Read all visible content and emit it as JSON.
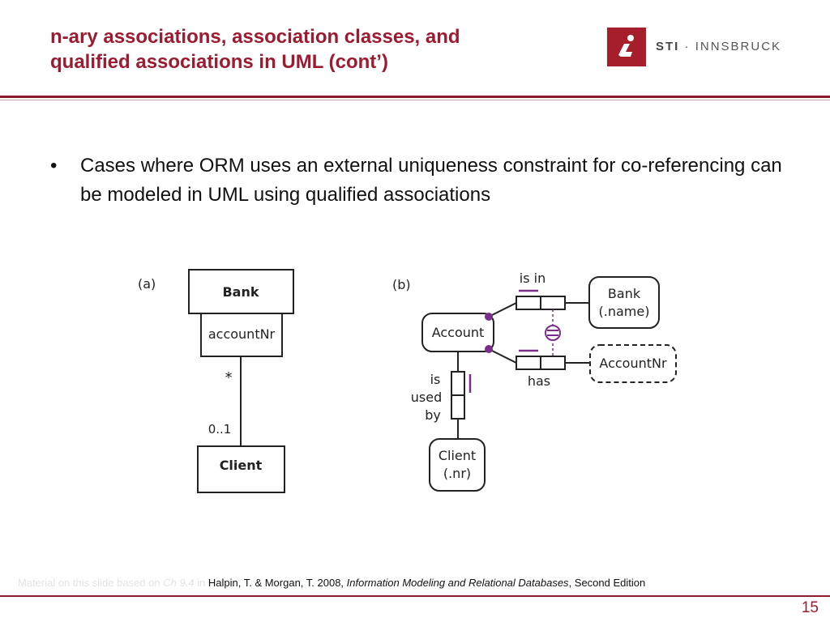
{
  "header": {
    "title_line1": "n-ary associations, association classes, and",
    "title_line2": "qualified associations in UML (cont’)",
    "logo": {
      "prefix": "STI",
      "separator": " · ",
      "name": "INNSBRUCK",
      "icon": "sti-logo-icon"
    }
  },
  "body": {
    "bullet_marker": "•",
    "bullet_text": "Cases where ORM uses an external uniqueness constraint for co-referencing can be modeled in UML using qualified associations"
  },
  "diagram_a": {
    "label": "(a)",
    "top_class": "Bank",
    "qualifier": "accountNr",
    "multiplicity_top": "*",
    "multiplicity_bottom": "0..1",
    "bottom_class": "Client"
  },
  "diagram_b": {
    "label": "(b)",
    "entity_account": "Account",
    "entity_bank_line1": "Bank",
    "entity_bank_line2": "(.name)",
    "entity_accountnr": "AccountNr",
    "entity_client_line1": "Client",
    "entity_client_line2": "(.nr)",
    "role_is_in": "is in",
    "role_has": "has",
    "role_used_by_line1": "is",
    "role_used_by_line2": "used",
    "role_used_by_line3": "by",
    "constraint_color": "#7b2d8b"
  },
  "footer": {
    "faint_prefix": "Material on this slide based on ",
    "faint_ref": "Ch 9.4",
    "faint_in": " in ",
    "citation": "Halpin, T. & Morgan, T. 2008, ",
    "book_title": "Information Modeling and Relational Databases",
    "edition": ", Second Edition"
  },
  "page_number": "15",
  "colors": {
    "brand": "#9b1b30",
    "logo_bg": "#a61d2b",
    "constraint": "#7b2d8b"
  }
}
